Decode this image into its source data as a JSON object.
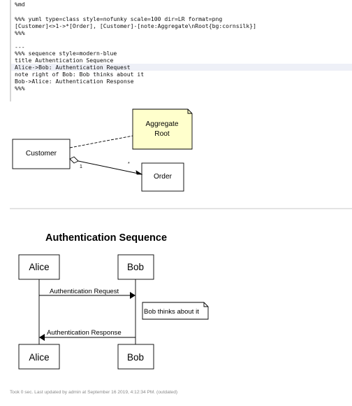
{
  "editor": {
    "lines": [
      "%md",
      "",
      "%%% yuml type=class style=nofunky scale=100 dir=LR format=png",
      "[Customer]<>1->*[Order], [Customer]-[note:Aggregate\\nRoot{bg:cornsilk}]",
      "%%%",
      "",
      "---",
      "%%% sequence style=modern-blue",
      "title Authentication Sequence",
      "Alice->Bob: Authentication Request",
      "note right of Bob: Bob thinks about it",
      "Bob->Alice: Authentication Response",
      "%%%"
    ],
    "active_line": 9
  },
  "class_diagram": {
    "customer": "Customer",
    "order": "Order",
    "note_line1": "Aggregate",
    "note_line2": "Root",
    "note_color": "#ffffcc",
    "multiplicity_source": "1",
    "multiplicity_target": "*"
  },
  "sequence_diagram": {
    "title": "Authentication Sequence",
    "participant_a": "Alice",
    "participant_b": "Bob",
    "message_request": "Authentication Request",
    "message_response": "Authentication Response",
    "note": "Bob thinks about it"
  },
  "footer": {
    "status": "Took 0 sec. Last updated by admin at September 16 2019, 4:12:34 PM. (outdated)"
  }
}
